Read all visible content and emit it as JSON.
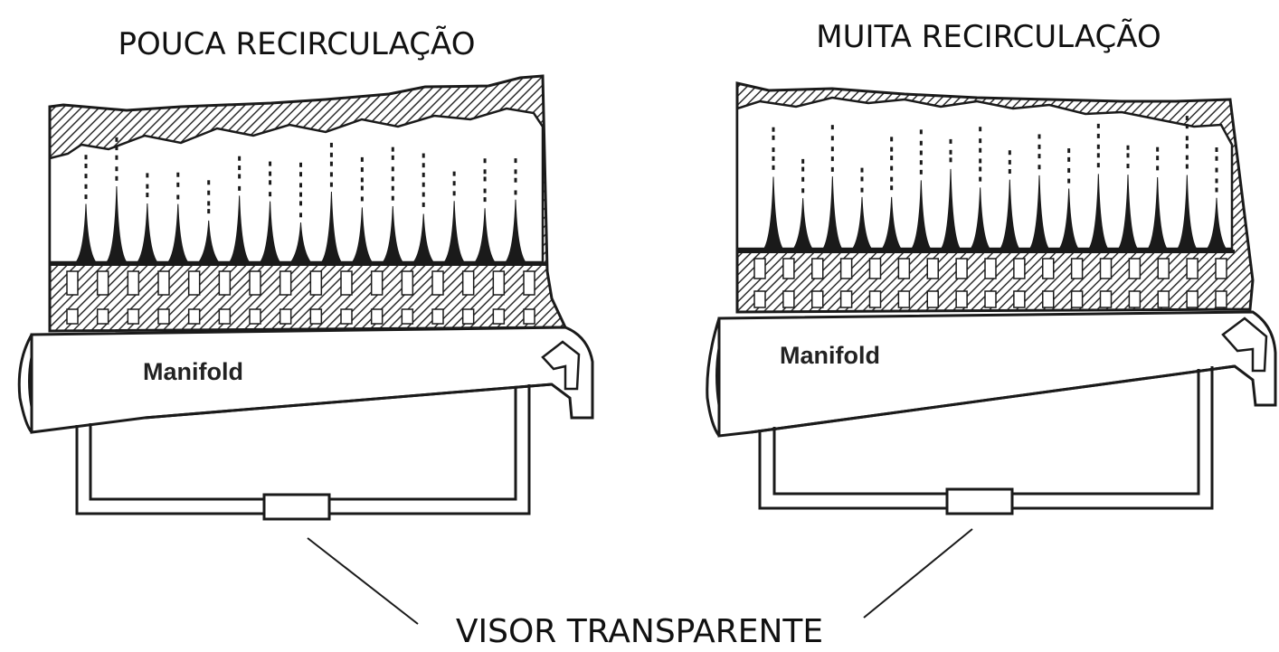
{
  "left_panel": {
    "title": "POUCA RECIRCULAÇÃO",
    "manifold_label": "Manifold"
  },
  "right_panel": {
    "title": "MUITA RECIRCULAÇÃO",
    "manifold_label": "Manifold"
  },
  "bottom_label": "VISOR TRANSPARENTE",
  "colors": {
    "ink": "#1a1a1a",
    "hatch": "#3a3a3a",
    "background": "#ffffff"
  }
}
